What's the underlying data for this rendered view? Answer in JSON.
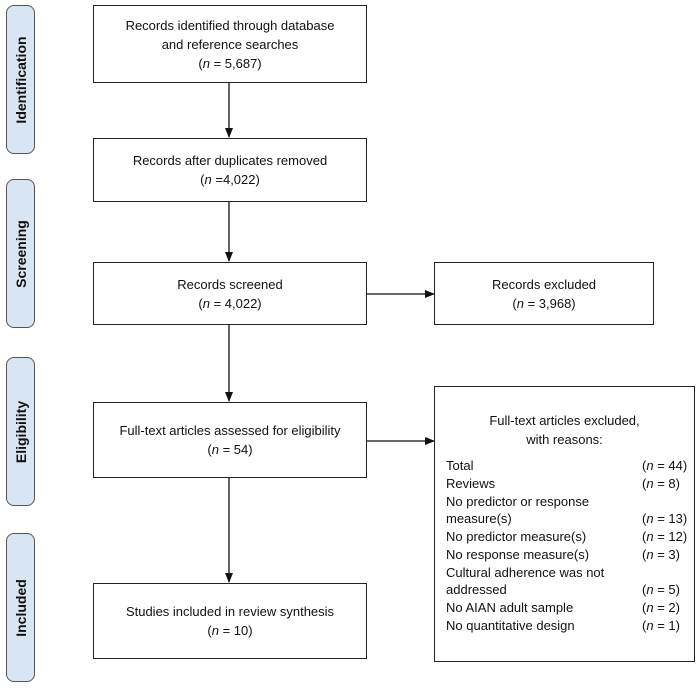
{
  "phases": [
    "Identification",
    "Screening",
    "Eligibility",
    "Included"
  ],
  "boxes": {
    "identified": {
      "line1": "Records identified through database",
      "line2": "and reference searches",
      "n_value": "= 5,687)"
    },
    "duplicates_removed": {
      "line1": "Records after duplicates removed",
      "n_value": "=4,022)"
    },
    "screened": {
      "line1": "Records screened",
      "n_value": "= 4,022)"
    },
    "excluded": {
      "line1": "Records excluded",
      "n_value": "= 3,968)"
    },
    "assessed": {
      "line1": "Full-text articles assessed for eligibility",
      "n_value": "= 54)"
    },
    "included": {
      "line1": "Studies included in review synthesis",
      "n_value": "= 10)"
    }
  },
  "n_prefix": "(",
  "n_symbol": "n",
  "fulltext_excluded": {
    "title_line1": "Full-text articles excluded,",
    "title_line2": "with reasons:",
    "reasons": [
      {
        "label": "Total",
        "n_value": "= 44)"
      },
      {
        "label": "Reviews",
        "n_value": "= 8)"
      },
      {
        "label": "No predictor or response measure(s)",
        "n_value": "= 13)"
      },
      {
        "label": "No predictor measure(s)",
        "n_value": "= 12)"
      },
      {
        "label": "No response measure(s)",
        "n_value": "= 3)"
      },
      {
        "label": "Cultural adherence was not addressed",
        "n_value": "= 5)"
      },
      {
        "label": "No AIAN adult sample",
        "n_value": "= 2)"
      },
      {
        "label": "No quantitative design",
        "n_value": "= 1)"
      }
    ]
  }
}
